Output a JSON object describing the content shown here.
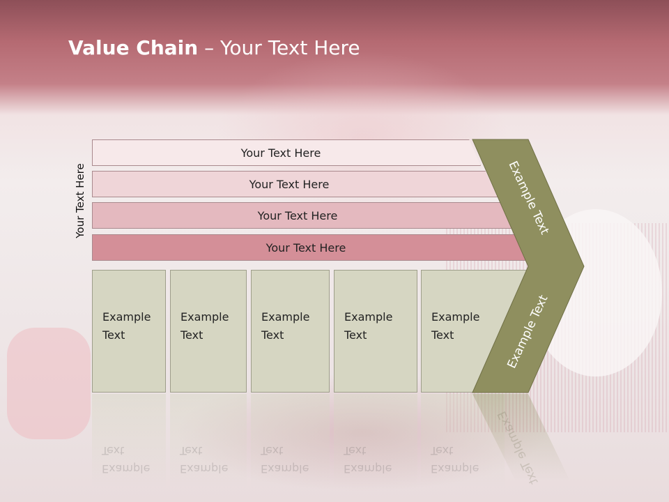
{
  "title": {
    "bold": "Value Chain",
    "rest": " – Your Text Here"
  },
  "side_label": "Your Text Here",
  "rows": [
    {
      "label": "Your Text Here",
      "color": "#f7e9ea"
    },
    {
      "label": "Your Text Here",
      "color": "#efd5d8"
    },
    {
      "label": "Your Text Here",
      "color": "#e4b9bf"
    },
    {
      "label": "Your Text Here",
      "color": "#d48f98"
    }
  ],
  "boxes": [
    {
      "line1": "Example",
      "line2": "Text"
    },
    {
      "line1": "Example",
      "line2": "Text"
    },
    {
      "line1": "Example",
      "line2": "Text"
    },
    {
      "line1": "Example",
      "line2": "Text"
    },
    {
      "line1": "Example",
      "line2": "Text"
    }
  ],
  "chevron_top_text": "Example Text",
  "chevron_bottom_text": "Example Text",
  "colors": {
    "chevron": "#8f8f5f",
    "box": "#d6d6c2",
    "title": "#ffffff"
  }
}
